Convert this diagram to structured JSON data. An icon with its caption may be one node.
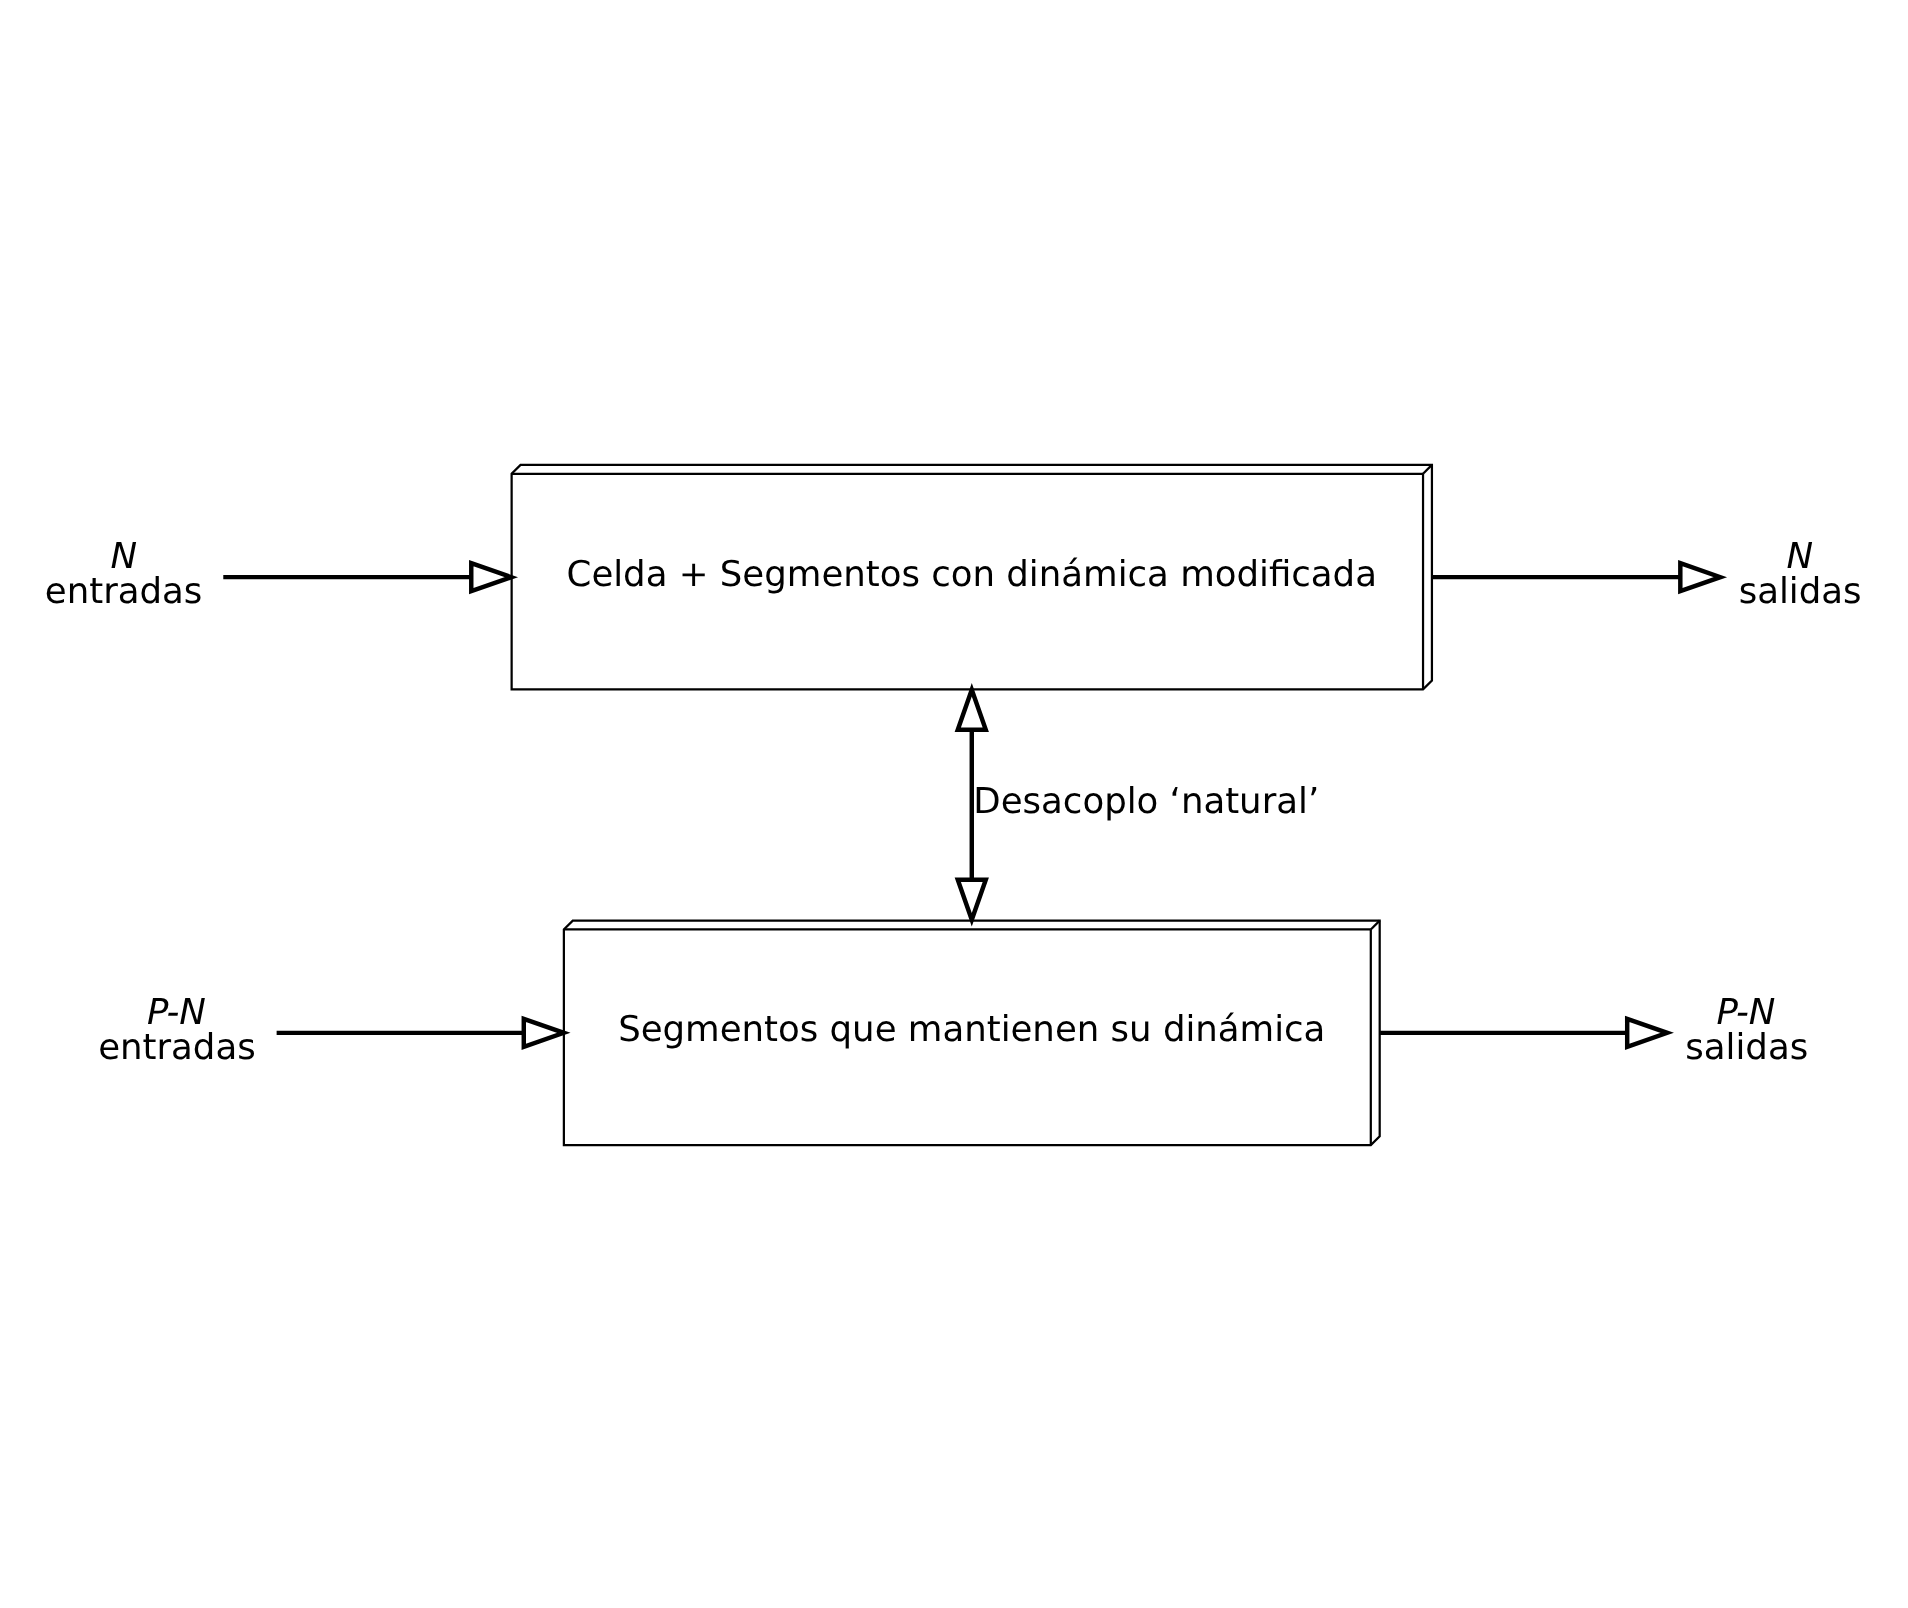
{
  "diagram": {
    "nodes": [
      {
        "text": [
          "Celda + Segmentos con dinámica modificada"
        ]
      },
      {
        "text": [
          "Segmentos que mantienen su dinámica"
        ]
      },
      {
        "text": [
          "N",
          "entradas"
        ]
      },
      {
        "text": [
          "N",
          "salidas"
        ]
      },
      {
        "text": [
          "P-N",
          "entradas"
        ]
      },
      {
        "text": [
          "P-N",
          "salidas"
        ]
      }
    ],
    "edges": [
      {
        "from": 2,
        "to": 0,
        "arrow": "to"
      },
      {
        "from": 0,
        "to": 3,
        "arrow": "to"
      },
      {
        "from": 0,
        "to": 1,
        "arrow": "both",
        "label": "Desacoplo ‘natural’"
      },
      {
        "from": 4,
        "to": 1,
        "arrow": "to"
      },
      {
        "from": 1,
        "to": 5,
        "arrow": "to"
      }
    ]
  }
}
